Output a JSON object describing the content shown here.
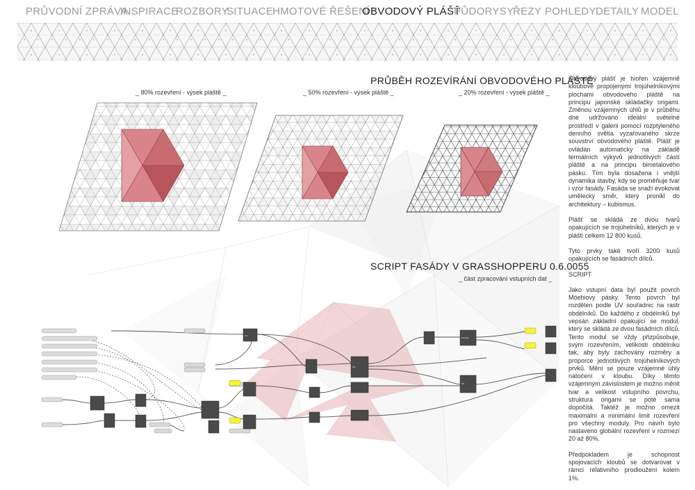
{
  "nav": {
    "items": [
      {
        "label": "PRŮVODNÍ ZPRÁVA",
        "active": false
      },
      {
        "label": "INSPIRACE",
        "active": false
      },
      {
        "label": "ROZBORY",
        "active": false
      },
      {
        "label": "SITUACE",
        "active": false
      },
      {
        "label": "HMOTOVÉ ŘEŠENÍ",
        "active": false
      },
      {
        "label": "OBVODOVÝ PLÁŠŤ",
        "active": true
      },
      {
        "label": "PŮDORYSY",
        "active": false
      },
      {
        "label": "ŘEZY",
        "active": false
      },
      {
        "label": "POHLEDY",
        "active": false
      },
      {
        "label": "DETAILY",
        "active": false
      },
      {
        "label": "MODEL",
        "active": false
      }
    ]
  },
  "colors": {
    "nav_inactive": "#9a9a9a",
    "nav_active": "#1a1a1a",
    "panel_red": "#d9848a",
    "panel_red_dark": "#b8555c",
    "node_dark": "#4a4a4a",
    "param_yellow": "#f4f43a"
  },
  "section1": {
    "title": "PRŮBĚH ROZEVÍRÁNÍ OBVODOVÉHO PLÁŠTĚ",
    "captions": [
      "_ 80% rozevření - výsek pláště _",
      "_ 50% rozevření - výsek pláště _",
      "_ 20% rozevření - výsek pláště _"
    ]
  },
  "section2": {
    "title": "SCRIPT FASÁDY V GRASSHOPPERU 0.6.0055",
    "caption": "_ část zpracování vstupních dat _"
  },
  "text": {
    "p1": "Obvodový plášť je tvořen vzájemně kloubově propojenými trojúhelníkovými plochami obvodového pláště na principu japonské skládačky origami. Změnou vzájemných úhlů je v průběhu dne udržováno ideální světelné prostředí v galerii pomocí rozptýleného denního světla vyzařovaného skrze souvstrví obvodového pláště. Plášť je ovládán automaticky na základě termálních výkyvů jednotlivých částí pláště a na principu bimetalového pásku. Tím byla dosažena i vnější dynamika stavby, kdy se proměňuje tvar i vzor fasády. Fasáda se snaží evokovat umělecký směr, který pronikl do architektury – kubismus.",
    "p2": "Plášť se skládá ze dvou tvarů opakujících se trojúhelníků, kterých je v plášti celkem 12 800 kusů.",
    "p3": "Tyto prvky také tvoří 3200 kusů opakujících se fasádních dílců.",
    "p4": "SCRIPT",
    "p5": "Jako vstupní data byl použit povrch Möebiovy pásky. Tento povrch byl rozdělen podle UV souřadnic na rastr obdélníků. Do každého z obdélníků byl vepsán základní opakující se modul, který se skládá ze dvou fasádních dílců. Tento modul se vždy přizpůsobuje, svým rozevřením, velikosti obdélníku tak, aby byly zachovány rozměry a proporce jednotlivých trojúhelníkových prvků. Mění se pouze vzájemné úhly natočení v kloubu. Díky těmto vzájemným závislostem je možno měnit tvar a velikost vstupního povrchu, struktura origami se poté sama dopočítá. Taktéž je možno omezit maximální a minimální limit rozevření pro všechny moduly. Pro návrh bylo nastaveno globální rozevření v rozmezí 20 až 80%.",
    "p6": "Předpokladem je schopnost spojovacích kloubů se dotvarovat v rámci relativního prodloužení kolem 1%."
  }
}
